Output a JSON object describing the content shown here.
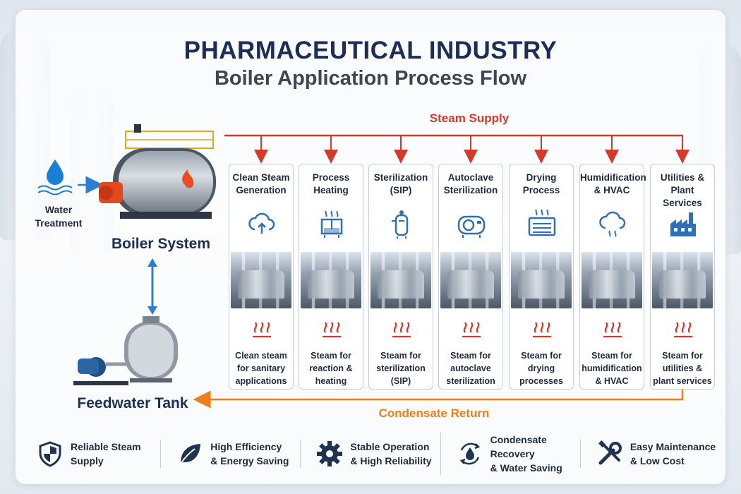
{
  "header": {
    "title": "PHARMACEUTICAL INDUSTRY",
    "subtitle": "Boiler Application Process Flow"
  },
  "flow": {
    "steam_supply_label": "Steam Supply",
    "condensate_return_label": "Condensate Return",
    "water_treatment_line1": "Water",
    "water_treatment_line2": "Treatment",
    "boiler_label": "Boiler System",
    "feedwater_label": "Feedwater Tank"
  },
  "applications": [
    {
      "title_line1": "Clean Steam",
      "title_line2": "Generation",
      "icon": "cloud-upload-icon",
      "desc_line1": "Clean steam",
      "desc_line2": "for sanitary",
      "desc_line3": "applications"
    },
    {
      "title_line1": "Process",
      "title_line2": "Heating",
      "icon": "heating-vessel-icon",
      "desc_line1": "Steam for",
      "desc_line2": "reaction &",
      "desc_line3": "heating"
    },
    {
      "title_line1": "Sterilization",
      "title_line2": "(SIP)",
      "icon": "sterilizer-icon",
      "desc_line1": "Steam for",
      "desc_line2": "sterilization",
      "desc_line3": "(SIP)"
    },
    {
      "title_line1": "Autoclave",
      "title_line2": "Sterilization",
      "icon": "autoclave-icon",
      "desc_line1": "Steam for",
      "desc_line2": "autoclave",
      "desc_line3": "sterilization"
    },
    {
      "title_line1": "Drying",
      "title_line2": "Process",
      "icon": "dryer-icon",
      "desc_line1": "Steam for",
      "desc_line2": "drying",
      "desc_line3": "processes"
    },
    {
      "title_line1": "Humidification",
      "title_line2": "& HVAC",
      "icon": "humidity-cloud-icon",
      "desc_line1": "Steam for",
      "desc_line2": "humidification",
      "desc_line3": "& HVAC"
    },
    {
      "title_line1": "Utilities &",
      "title_line2": "Plant Services",
      "icon": "factory-icon",
      "desc_line1": "Steam for",
      "desc_line2": "utilities &",
      "desc_line3": "plant services"
    }
  ],
  "benefits": [
    {
      "icon": "shield-icon",
      "line1": "Reliable Steam",
      "line2": "Supply"
    },
    {
      "icon": "leaf-icon",
      "line1": "High Efficiency",
      "line2": "& Energy Saving"
    },
    {
      "icon": "gear-icon",
      "line1": "Stable Operation",
      "line2": "& High Reliability"
    },
    {
      "icon": "recycle-drop-icon",
      "line1": "Condensate Recovery",
      "line2": "& Water Saving"
    },
    {
      "icon": "tools-icon",
      "line1": "Easy Maintenance",
      "line2": "& Low Cost"
    }
  ],
  "colors": {
    "title": "#1c2e57",
    "steam_line": "#d23a2a",
    "condensate_line": "#ef7d1a",
    "icon_blue": "#2f6fb6",
    "heat_red": "#d9372b"
  }
}
